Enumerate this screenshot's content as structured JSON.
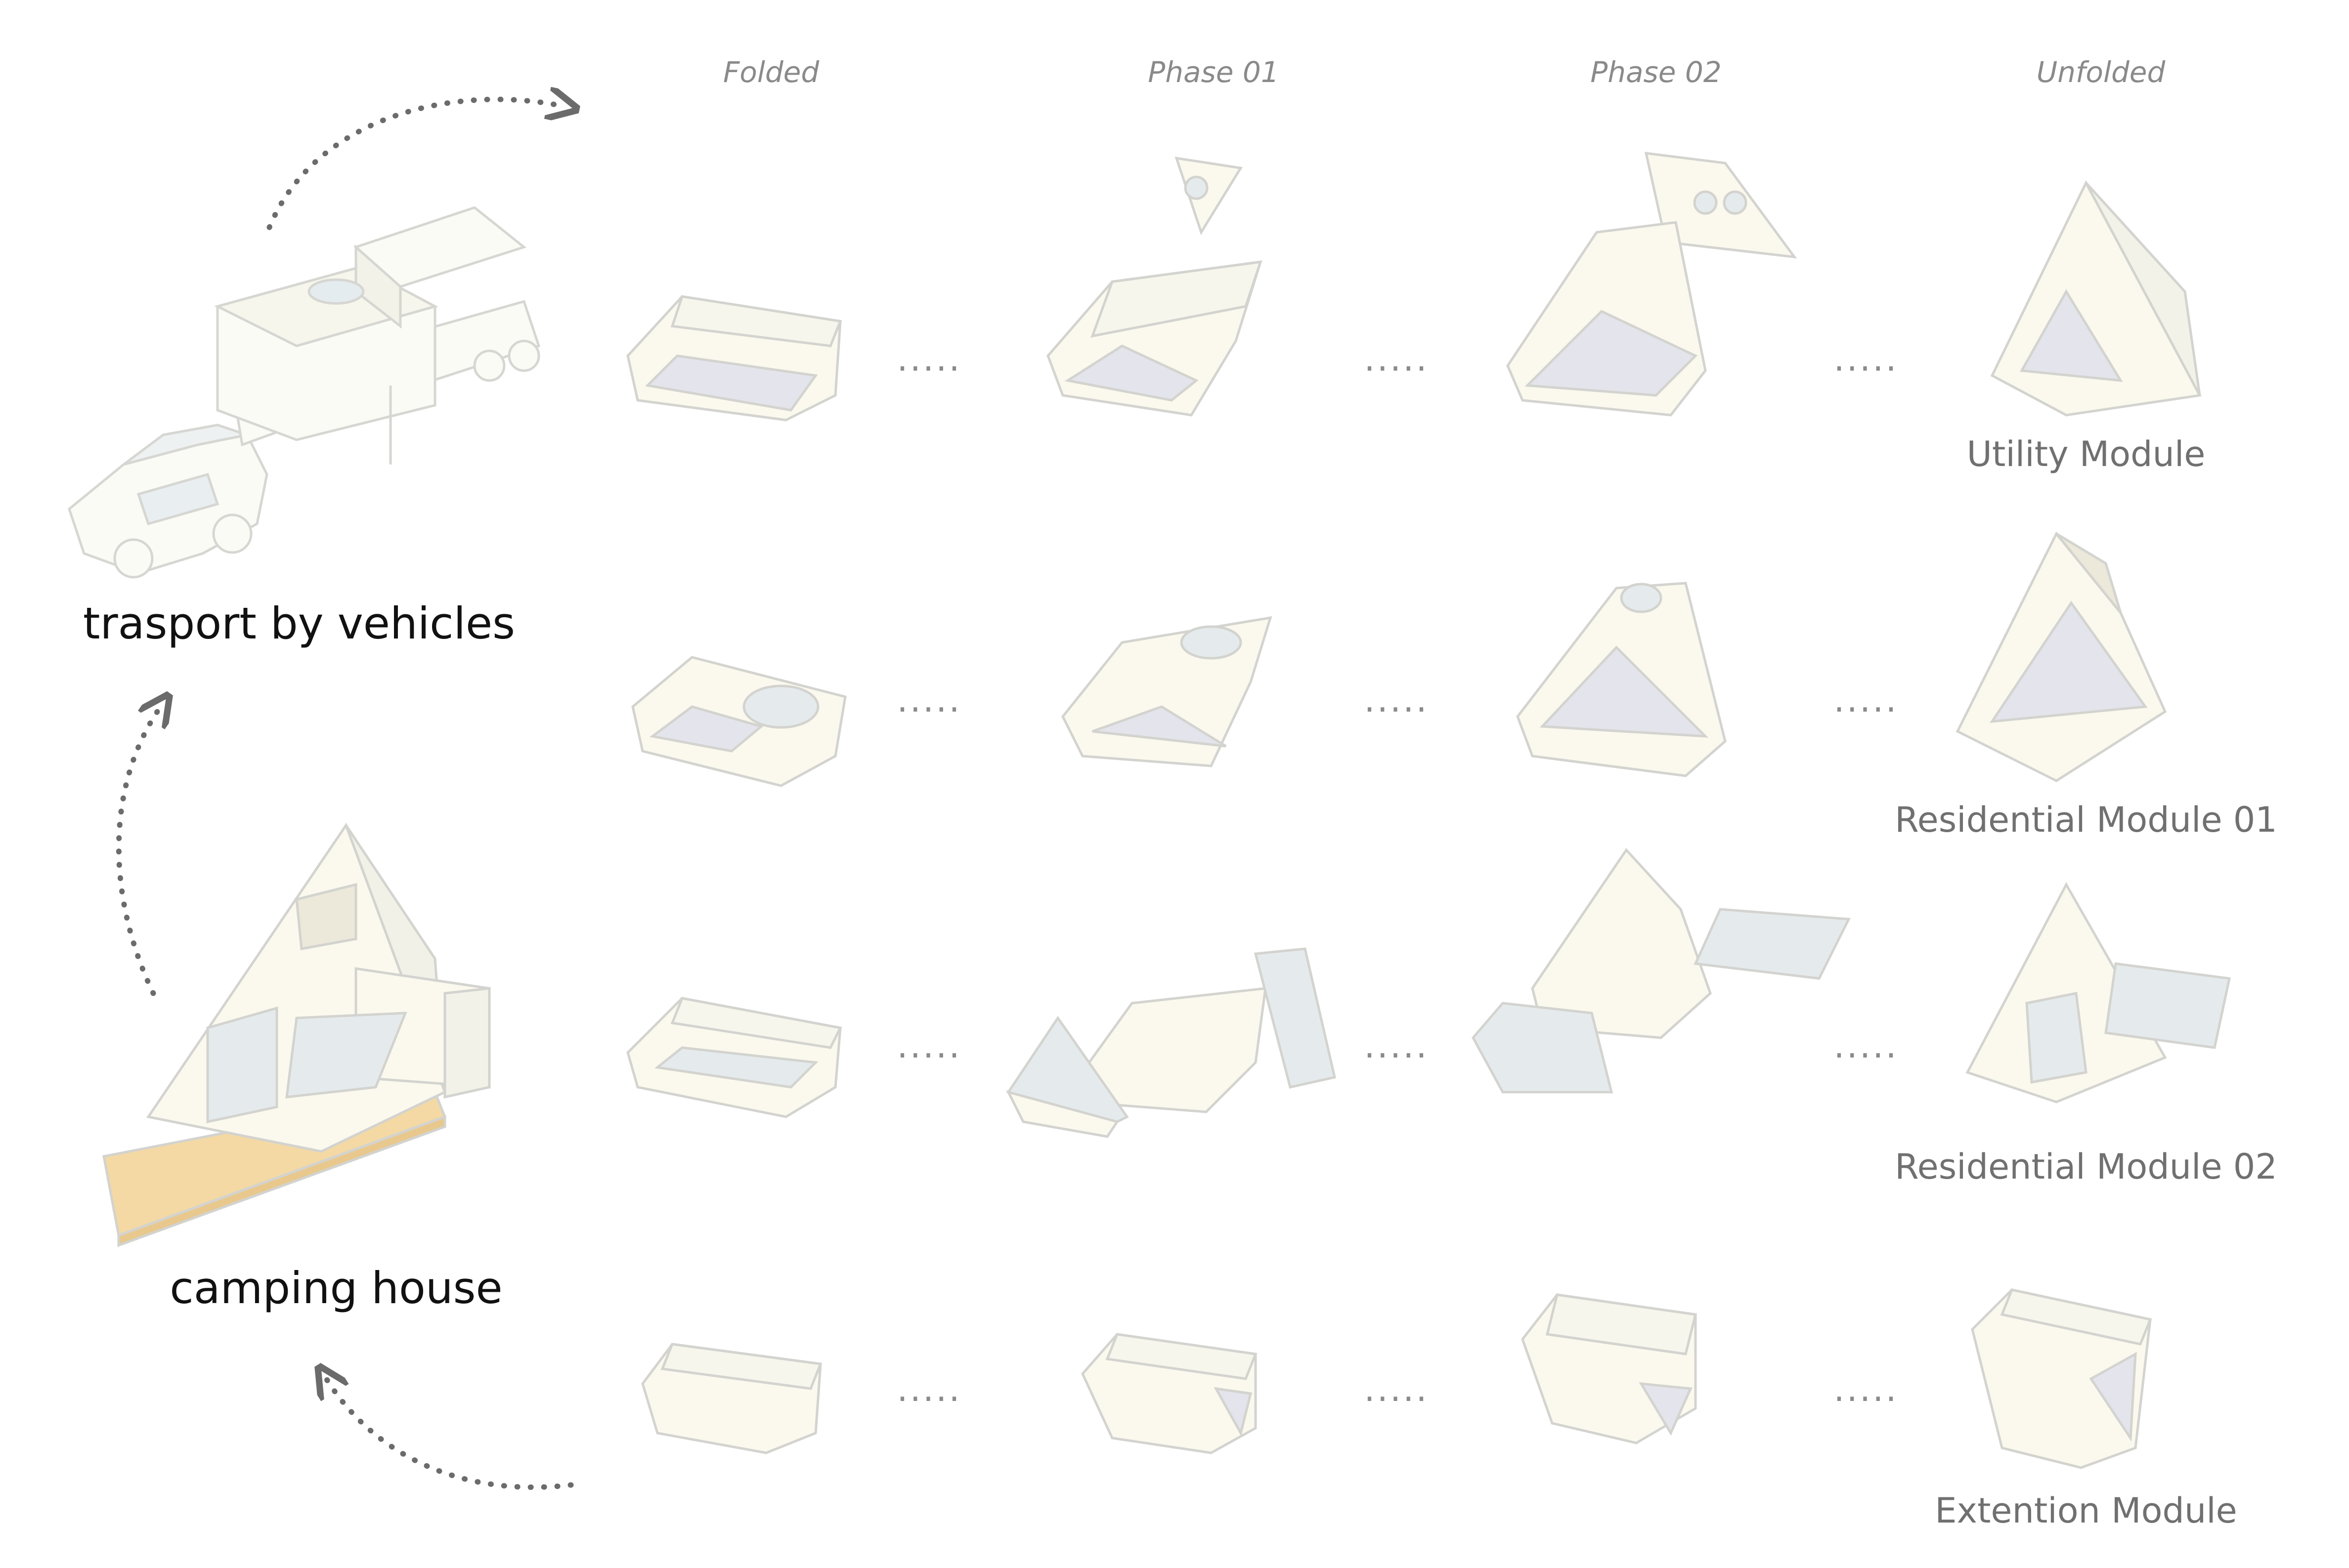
{
  "phases": [
    "Folded",
    "Phase 01",
    "Phase 02",
    "Unfolded"
  ],
  "modules": [
    "Utility Module",
    "Residential Module 01",
    "Residential Module 02",
    "Extention Module"
  ],
  "left": {
    "transport_label": "trasport by vehicles",
    "camp_label": "camping house"
  },
  "connector": ".....",
  "colors": {
    "panel_fill": "#fbf9ee",
    "panel_stroke": "#d3d3cf",
    "glass_fill": "#dde8ec",
    "shadow_fill": "#dedde6",
    "deck_fill": "#f4d9a4",
    "arrow": "#6b6b6b"
  }
}
